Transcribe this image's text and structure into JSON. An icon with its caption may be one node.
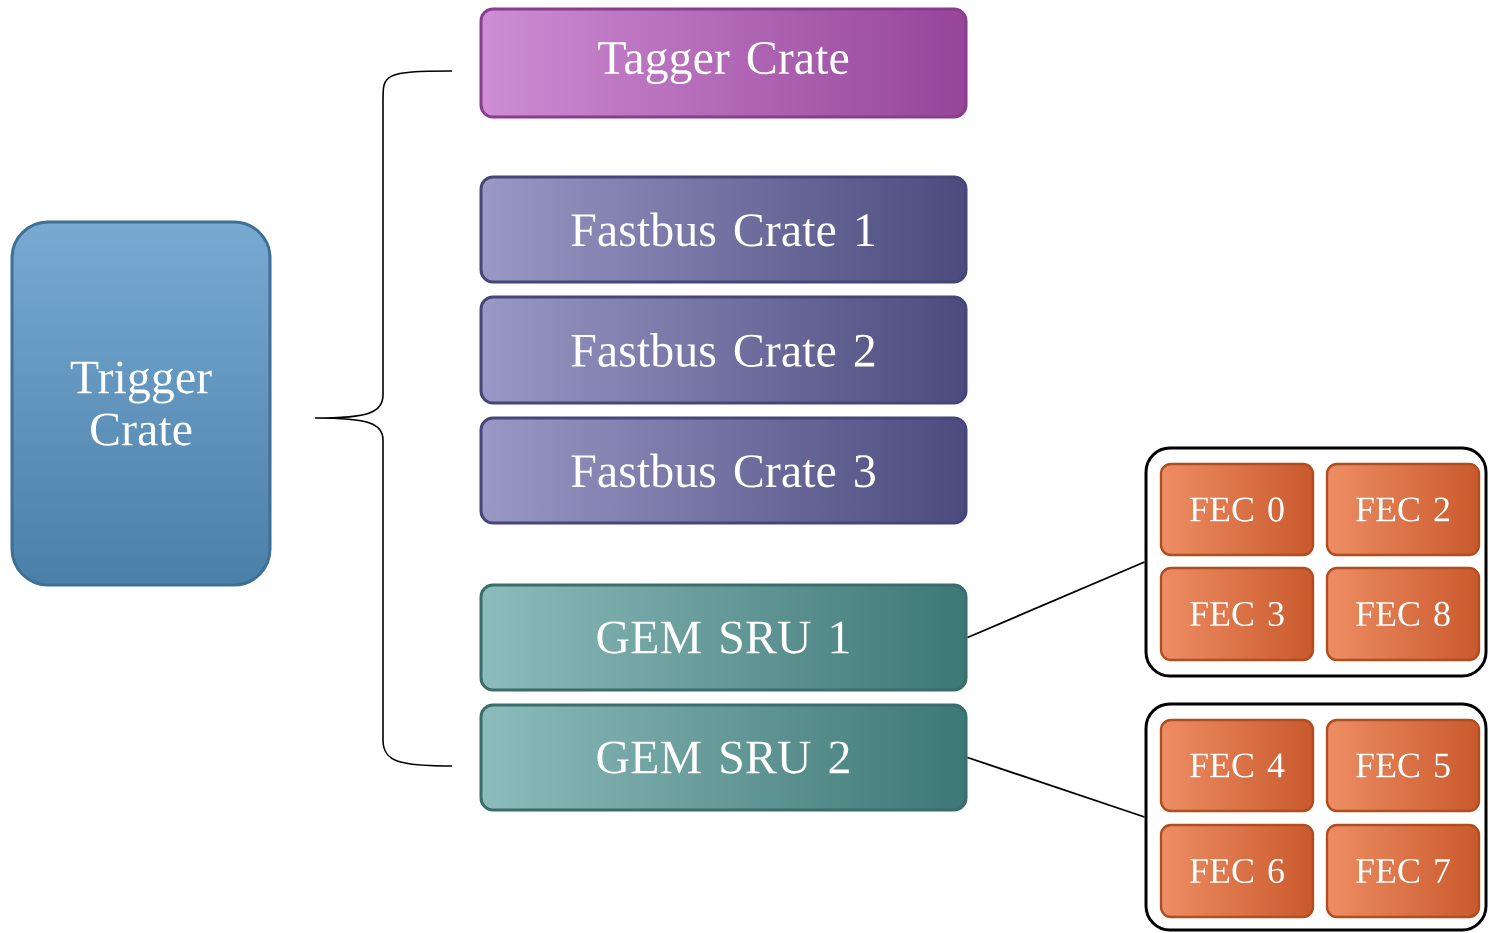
{
  "diagram": {
    "nodes": [
      {
        "text": [
          "Trigger Crate"
        ]
      },
      {
        "text": [
          "Tagger Crate"
        ]
      },
      {
        "text": [
          "Fastbus Crate 1"
        ]
      },
      {
        "text": [
          "Fastbus Crate 2"
        ]
      },
      {
        "text": [
          "Fastbus Crate 3"
        ]
      },
      {
        "text": [
          "GEM SRU 1"
        ]
      },
      {
        "text": [
          "GEM SRU 2"
        ]
      },
      {
        "text": [],
        "shape": "box"
      },
      {
        "text": [
          "FEC 0"
        ],
        "in": 7
      },
      {
        "text": [
          "FEC 2"
        ],
        "in": 7
      },
      {
        "text": [
          "FEC 3"
        ],
        "in": 7
      },
      {
        "text": [
          "FEC 8"
        ],
        "in": 7
      },
      {
        "text": [],
        "shape": "box"
      },
      {
        "text": [
          "FEC 4"
        ],
        "in": 12
      },
      {
        "text": [
          "FEC 5"
        ],
        "in": 12
      },
      {
        "text": [
          "FEC 6"
        ],
        "in": 12
      },
      {
        "text": [
          "FEC 7"
        ],
        "in": 12
      }
    ],
    "edges": [
      {
        "from": 5,
        "to": 7,
        "arrow": "none"
      },
      {
        "from": 6,
        "to": 12,
        "arrow": "none"
      }
    ]
  }
}
